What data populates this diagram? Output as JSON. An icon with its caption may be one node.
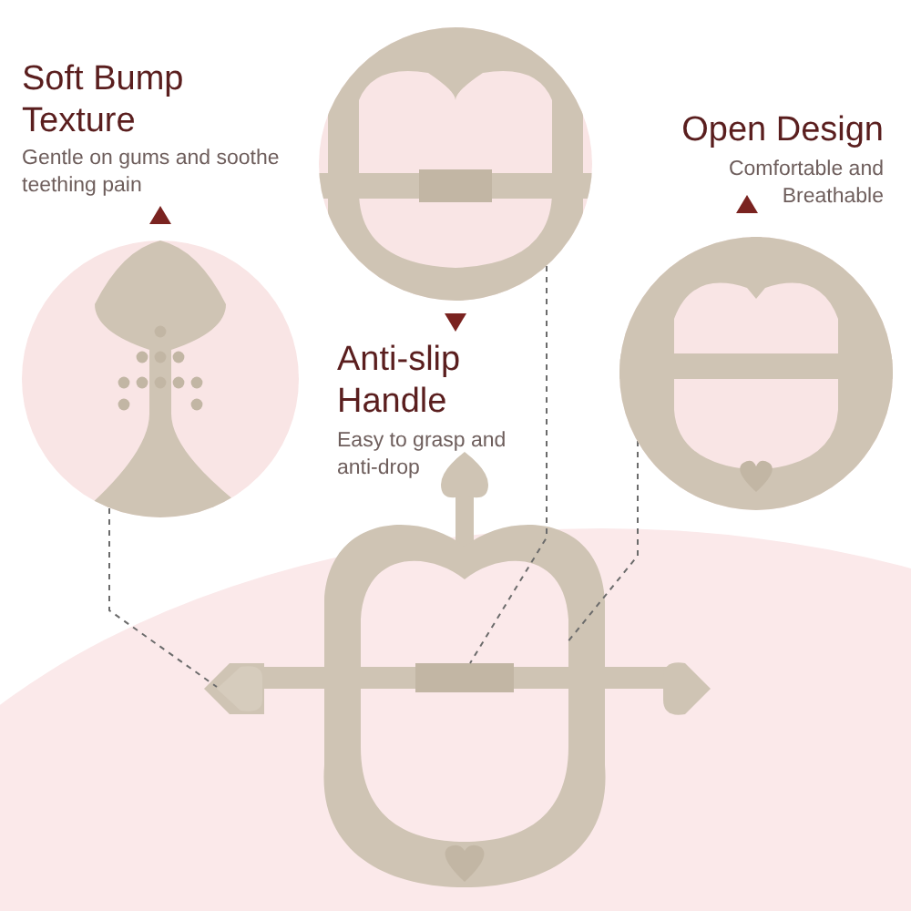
{
  "diagram": {
    "nodes": [
      {
        "text": [],
        "shape": "picture",
        "beside": [
          "Soft Bump Texture",
          "Gentle on gums and soothe teething pain"
        ]
      },
      {
        "text": [],
        "shape": "picture",
        "beside": [
          "Anti-slip Handle",
          "Easy to grasp and anti-drop"
        ]
      },
      {
        "text": [],
        "shape": "picture",
        "beside": [
          "Open Design",
          "Comfortable and Breathable"
        ]
      },
      {
        "text": [],
        "shape": "picture"
      },
      {
        "text": [],
        "shape": "picture",
        "in": 3
      },
      {
        "text": [],
        "shape": "bar",
        "in": 3
      }
    ],
    "edges": [
      {
        "from": 0,
        "to": 4,
        "arrow": "none",
        "style": "dashed"
      },
      {
        "from": 1,
        "to": 5,
        "arrow": "none",
        "style": "dashed"
      },
      {
        "from": 2,
        "to": 3,
        "arrow": "none",
        "style": "dashed"
      }
    ]
  }
}
